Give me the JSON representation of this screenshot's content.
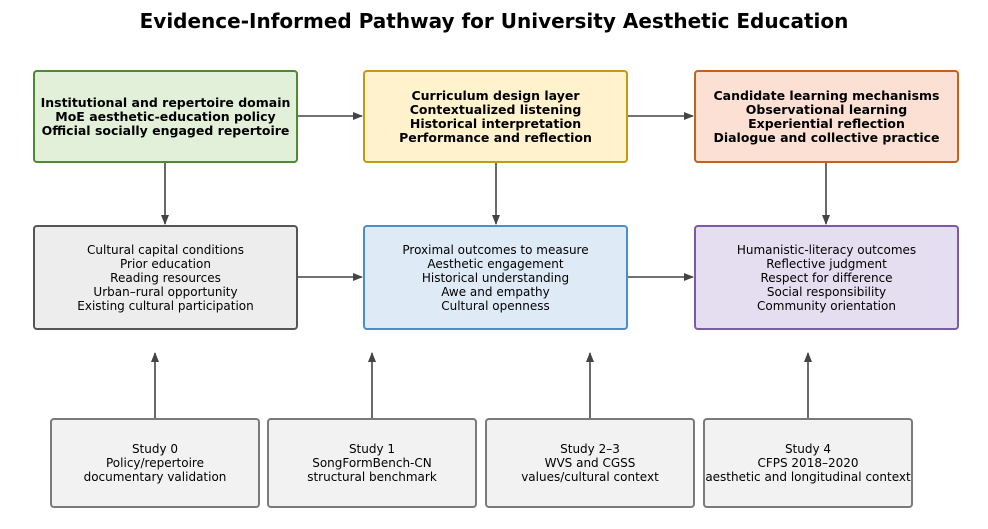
{
  "title": "Evidence-Informed Pathway for University Aesthetic Education",
  "top_row": [
    {
      "id": "inst",
      "lines": [
        "Institutional and repertoire domain",
        "MoE aesthetic-education policy",
        "Official socially engaged repertoire"
      ],
      "fill": "#e2efd9",
      "stroke": "#4f8a2f"
    },
    {
      "id": "curr",
      "lines": [
        "Curriculum design layer",
        "Contextualized listening",
        "Historical interpretation",
        "Performance and reflection"
      ],
      "fill": "#fff2cc",
      "stroke": "#c39a14"
    },
    {
      "id": "mech",
      "lines": [
        "Candidate learning mechanisms",
        "Observational learning",
        "Experiential reflection",
        "Dialogue and collective practice"
      ],
      "fill": "#fbe0d3",
      "stroke": "#c2621c"
    }
  ],
  "middle_row": [
    {
      "id": "cap",
      "lines": [
        "Cultural capital conditions",
        "Prior education",
        "Reading resources",
        "Urban–rural opportunity",
        "Existing cultural participation"
      ],
      "fill": "#ededed",
      "stroke": "#555555"
    },
    {
      "id": "prox",
      "lines": [
        "Proximal outcomes to measure",
        "Aesthetic engagement",
        "Historical understanding",
        "Awe and empathy",
        "Cultural openness"
      ],
      "fill": "#deebf7",
      "stroke": "#4a8fcc"
    },
    {
      "id": "hum",
      "lines": [
        "Humanistic-literacy outcomes",
        "Reflective judgment",
        "Respect for difference",
        "Social responsibility",
        "Community orientation"
      ],
      "fill": "#e5def0",
      "stroke": "#7b5aa6"
    }
  ],
  "studies": [
    {
      "id": "s0",
      "lines": [
        "Study 0",
        "Policy/repertoire",
        "documentary validation"
      ]
    },
    {
      "id": "s1",
      "lines": [
        "Study 1",
        "SongFormBench-CN",
        "structural benchmark"
      ]
    },
    {
      "id": "s2",
      "lines": [
        "Study 2–3",
        "WVS and CGSS",
        "values/cultural context"
      ]
    },
    {
      "id": "s3",
      "lines": [
        "Study 4",
        "CFPS 2018–2020",
        "aesthetic and longitudinal context"
      ]
    }
  ],
  "arrow_color": "#444444"
}
